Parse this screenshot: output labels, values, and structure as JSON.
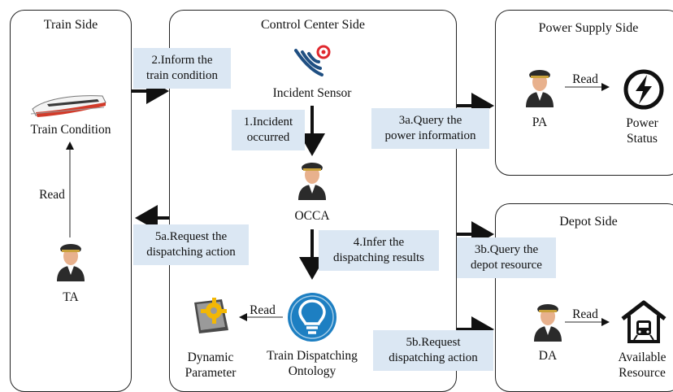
{
  "panels": {
    "train": "Train Side",
    "control": "Control Center Side",
    "power": "Power Supply Side",
    "depot": "Depot Side"
  },
  "nodes": {
    "train_condition": "Train Condition",
    "read_train": "Read",
    "ta": "TA",
    "incident_sensor": "Incident Sensor",
    "occa": "OCCA",
    "ontology_line1": "Train Dispatching",
    "ontology_line2": "Ontology",
    "read_dynamic": "Read",
    "dynamic_line1": "Dynamic",
    "dynamic_line2": "Parameter",
    "pa": "PA",
    "read_power": "Read",
    "power_status_line1": "Power",
    "power_status_line2": "Status",
    "da": "DA",
    "read_depot": "Read",
    "resource_line1": "Available",
    "resource_line2": "Resource"
  },
  "steps": {
    "s1_line1": "1.Incident",
    "s1_line2": "occurred",
    "s2_line1": "2.Inform the",
    "s2_line2": "train condition",
    "s3a_line1": "3a.Query the",
    "s3a_line2": "power information",
    "s3b_line1": "3b.Query the",
    "s3b_line2": "depot resource",
    "s4_line1": "4.Infer the",
    "s4_line2": "dispatching results",
    "s5a_line1": "5a.Request the",
    "s5a_line2": "dispatching action",
    "s5b_line1": "5b.Request",
    "s5b_line2": "dispatching action"
  },
  "colors": {
    "note_bg": "#dbe7f3",
    "sensor_red": "#e0282e",
    "sensor_blue": "#1f4f82",
    "bulb_blue": "#1d7fc2",
    "gear_yellow": "#f2b705"
  },
  "icons": [
    "train-icon",
    "person-icon",
    "sensor-icon",
    "lightbulb-icon",
    "gear-icon",
    "lightning-icon",
    "depot-icon"
  ]
}
